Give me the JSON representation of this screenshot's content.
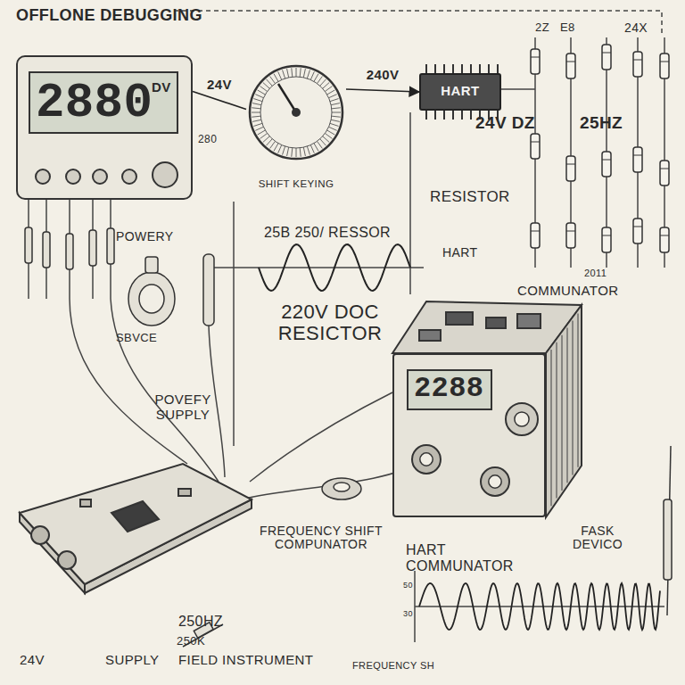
{
  "diagram": {
    "title": "OFFLONE DEBUGGING",
    "nodes": [
      {
        "text": [
          "2880",
          "DV"
        ]
      },
      {
        "text": [
          "SHIFT KEYING"
        ]
      },
      {
        "text": [
          "HART"
        ]
      },
      {
        "text": [
          "2288"
        ]
      }
    ],
    "edges": [
      {
        "from": 0,
        "to": 1,
        "arrow": "none",
        "label": "24V"
      },
      {
        "from": 1,
        "to": 2,
        "arrow": "to",
        "label": "240V"
      }
    ],
    "labels": [
      "280",
      "2Z",
      "E8",
      "24X",
      "24V DZ",
      "25HZ",
      "RESISTOR",
      "HART",
      "2011",
      "COMMUNATOR",
      "POWERY",
      "SBVCE",
      "25B 250/ RESSOR",
      "220V DOC RESICTOR",
      "POVEFY SUPPLY",
      "FREQUENCY SHIFT COMPUNATOR",
      "HART COMMUNATOR",
      "FASK DEVICO",
      "250HZ",
      "250K",
      "24V",
      "SUPPLY",
      "FIELD INSTRUMENT",
      "FREQUENCY SH",
      "50",
      "30"
    ]
  }
}
